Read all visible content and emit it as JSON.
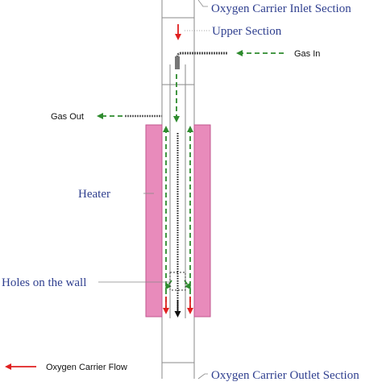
{
  "labels": {
    "inlet_section": "Oxygen Carrier Inlet Section",
    "upper_section": "Upper Section",
    "gas_in": "Gas In",
    "gas_out": "Gas Out",
    "heater": "Heater",
    "holes": "Holes on the wall",
    "outlet_section": "Oxygen Carrier Outlet Section",
    "legend_flow": "Oxygen Carrier Flow"
  },
  "colors": {
    "heater_fill": "#e88bbb",
    "heater_stroke": "#c2578f",
    "oxygen_carrier_arrow": "#e02020",
    "gas_arrow": "#2e8b2e",
    "label_text": "#2f3f8f",
    "tube_line": "#8a8a8a"
  }
}
